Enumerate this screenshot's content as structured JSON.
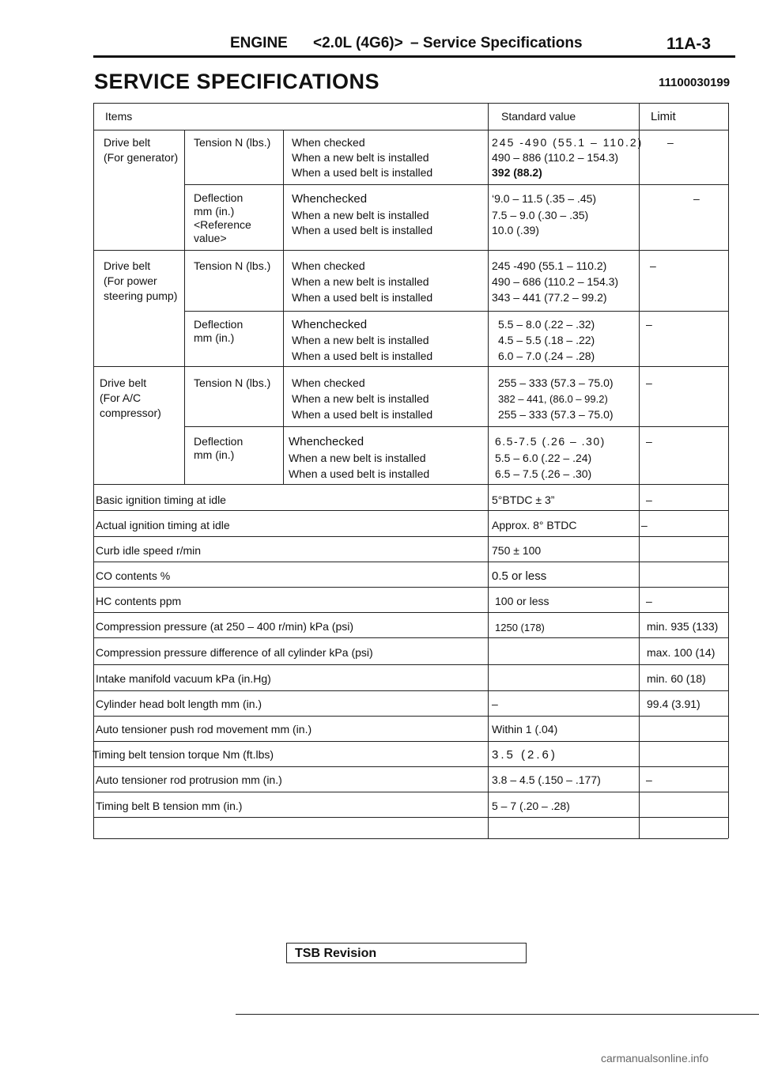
{
  "header": {
    "engine": "ENGINE",
    "model": "<2.0L (4G6)>",
    "section": "– Service Specifications",
    "page": "11A-3"
  },
  "title": "SERVICE SPECIFICATIONS",
  "doc_code": "11100030199",
  "table": {
    "columns": {
      "items": "Items",
      "standard": "Standard value",
      "limit": "Limit"
    },
    "belts": [
      {
        "name": "Drive belt\n(For generator)",
        "groups": [
          {
            "param": "Tension N (lbs.)",
            "rows": [
              {
                "cond": "When checked",
                "std": "245 -490 (55.1 – 110.2)",
                "limit": "–"
              },
              {
                "cond": "When a new belt is installed",
                "std": "490 – 886 (110.2 – 154.3)",
                "limit": ""
              },
              {
                "cond": "When a used belt is installed",
                "std": "392 (88.2)",
                "limit": ""
              }
            ]
          },
          {
            "param": "Deflection\nmm (in.)\n<Reference\nvalue>",
            "rows": [
              {
                "cond": "Whenchecked",
                "std": "‘9.0 – 11.5 (.35 – .45)",
                "limit": "–"
              },
              {
                "cond": "When a new belt is installed",
                "std": "7.5 – 9.0 (.30 – .35)",
                "limit": ""
              },
              {
                "cond": "When a used belt is installed",
                "std": "10.0 (.39)",
                "limit": ""
              }
            ]
          }
        ]
      },
      {
        "name": "Drive belt\n(For power\nsteering pump)",
        "groups": [
          {
            "param": "Tension N (lbs.)",
            "rows": [
              {
                "cond": "When checked",
                "std": "245 -490 (55.1 – 110.2)",
                "limit": "–"
              },
              {
                "cond": "When a new belt is installed",
                "std": "490 – 686 (110.2 – 154.3)",
                "limit": ""
              },
              {
                "cond": "When a used belt is installed",
                "std": "343 – 441 (77.2 – 99.2)",
                "limit": ""
              }
            ]
          },
          {
            "param": "Deflection\nmm (in.)",
            "rows": [
              {
                "cond": "Whenchecked",
                "std": "5.5 – 8.0 (.22 – .32)",
                "limit": "–"
              },
              {
                "cond": "When a new belt is installed",
                "std": "4.5 – 5.5 (.18 – .22)",
                "limit": ""
              },
              {
                "cond": "When a used belt is installed",
                "std": "6.0 – 7.0 (.24 – .28)",
                "limit": ""
              }
            ]
          }
        ]
      },
      {
        "name": "Drive belt\n(For A/C\ncompressor)",
        "groups": [
          {
            "param": "Tension N (lbs.)",
            "rows": [
              {
                "cond": "When checked",
                "std": "255 – 333 (57.3 – 75.0)",
                "limit": "–"
              },
              {
                "cond": "When a new belt is installed",
                "std": "382 – 441, (86.0 – 99.2)",
                "limit": ""
              },
              {
                "cond": "When a used belt is installed",
                "std": "255 – 333 (57.3 – 75.0)",
                "limit": ""
              }
            ]
          },
          {
            "param": "Deflection\nmm (in.)",
            "rows": [
              {
                "cond": "Whenchecked",
                "std": "6.5-7.5 (.26 – .30)",
                "limit": "–"
              },
              {
                "cond": "When a new belt is installed",
                "std": "5.5 – 6.0 (.22 – .24)",
                "limit": ""
              },
              {
                "cond": "When a used belt is installed",
                "std": "6.5 – 7.5 (.26 – .30)",
                "limit": ""
              }
            ]
          }
        ]
      }
    ],
    "simple_rows": [
      {
        "item": "Basic ignition timing at idle",
        "std": "5°BTDC ± 3”",
        "limit": "–"
      },
      {
        "item": "Actual ignition timing at idle",
        "std": "Approx. 8° BTDC",
        "limit": "–"
      },
      {
        "item": "Curb idle speed r/min",
        "std": "750 ± 100",
        "limit": ""
      },
      {
        "item": "CO contents %",
        "std": "0.5 or less",
        "limit": ""
      },
      {
        "item": "HC contents ppm",
        "std": "100 or less",
        "limit": "–"
      },
      {
        "item": "Compression pressure (at 250 – 400 r/min) kPa (psi)",
        "std": "1250 (178)",
        "limit": "min. 935 (133)"
      },
      {
        "item": "Compression pressure difference of all cylinder kPa (psi)",
        "std": "",
        "limit": "max. 100 (14)"
      },
      {
        "item": "Intake manifold vacuum kPa (in.Hg)",
        "std": "",
        "limit": "min. 60 (18)"
      },
      {
        "item": "Cylinder head bolt length mm (in.)",
        "std": "–",
        "limit": "99.4 (3.91)"
      },
      {
        "item": "Auto tensioner push rod movement mm (in.)",
        "std": "Within 1 (.04)",
        "limit": ""
      },
      {
        "item": "Timing belt tension torque Nm (ft.lbs)",
        "std": "3.5 (2.6)",
        "limit": ""
      },
      {
        "item": "Auto tensioner rod protrusion mm (in.)",
        "std": "3.8 – 4.5 (.150 – .177)",
        "limit": "–"
      },
      {
        "item": "Timing belt B tension mm (in.)",
        "std": "5 – 7 (.20 – .28)",
        "limit": ""
      }
    ]
  },
  "footer": {
    "tsb": "TSB Revision"
  },
  "watermark": "carmanualsonline.info"
}
